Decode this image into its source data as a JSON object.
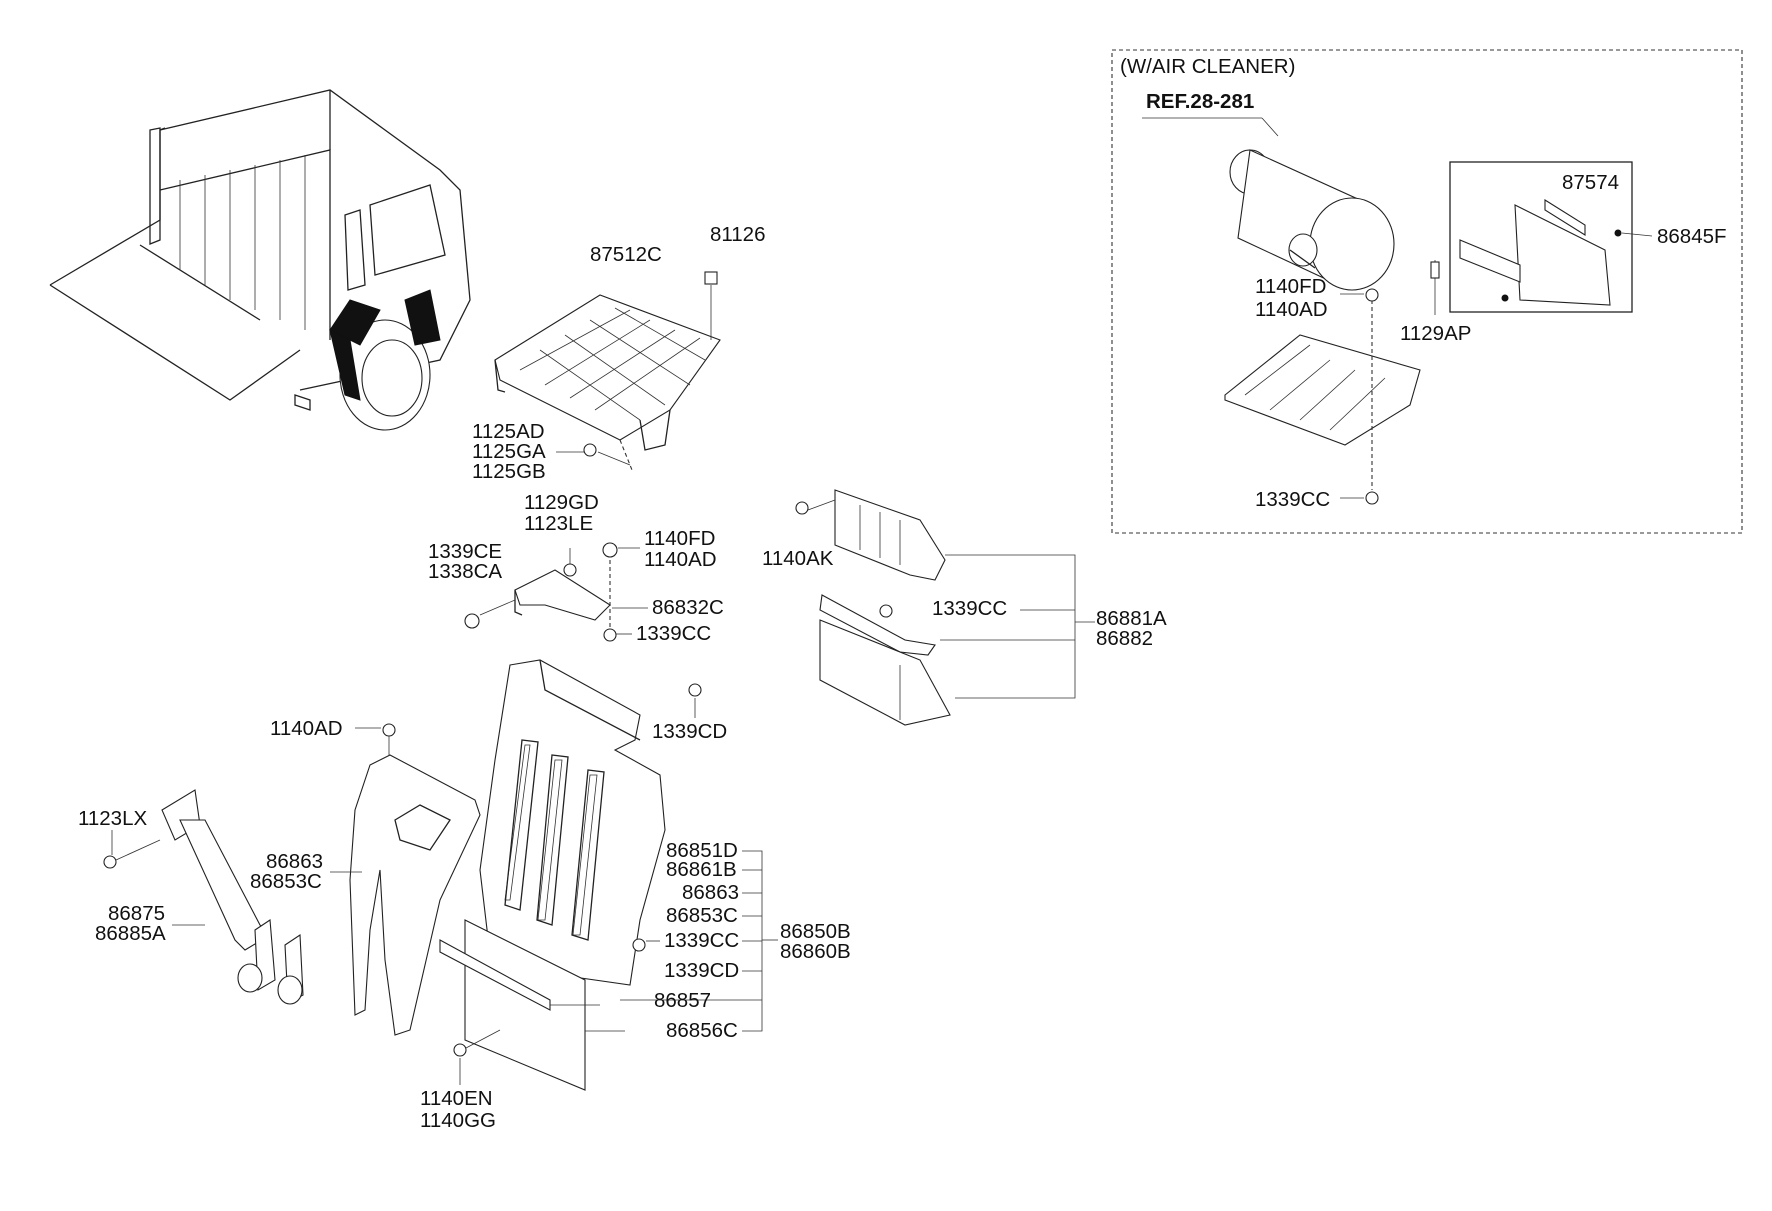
{
  "inset": {
    "title": "(W/AIR CLEANER)",
    "reference": "REF.28-281"
  },
  "callouts": {
    "p87574": "87574",
    "p86845F": "86845F",
    "p1140FD_a": "1140FD",
    "p1140AD_a": "1140AD",
    "p1129AP": "1129AP",
    "p1339CC_a": "1339CC",
    "p87512C": "87512C",
    "p81126": "81126",
    "p1125AD": "1125AD",
    "p1125GA": "1125GA",
    "p1125GB": "1125GB",
    "p1129GD": "1129GD",
    "p1123LE": "1123LE",
    "p1140FD_b": "1140FD",
    "p1140AD_b": "1140AD",
    "p1339CE": "1339CE",
    "p1338CA": "1338CA",
    "p86832C": "86832C",
    "p1339CC_b": "1339CC",
    "p1140AK": "1140AK",
    "p1339CC_c": "1339CC",
    "p86881A": "86881A",
    "p86882": "86882",
    "p1140AD_c": "1140AD",
    "p1339CD_a": "1339CD",
    "p1123LX": "1123LX",
    "p86863_a": "86863",
    "p86853C_a": "86853C",
    "p86875": "86875",
    "p86885A": "86885A",
    "p86851D": "86851D",
    "p86861B": "86861B",
    "p86863_b": "86863",
    "p86853C_b": "86853C",
    "p1339CC_d": "1339CC",
    "p86850B": "86850B",
    "p86860B": "86860B",
    "p1339CD_b": "1339CD",
    "p86857": "86857",
    "p86856C": "86856C",
    "p1140EN": "1140EN",
    "p1140GG": "1140GG"
  }
}
